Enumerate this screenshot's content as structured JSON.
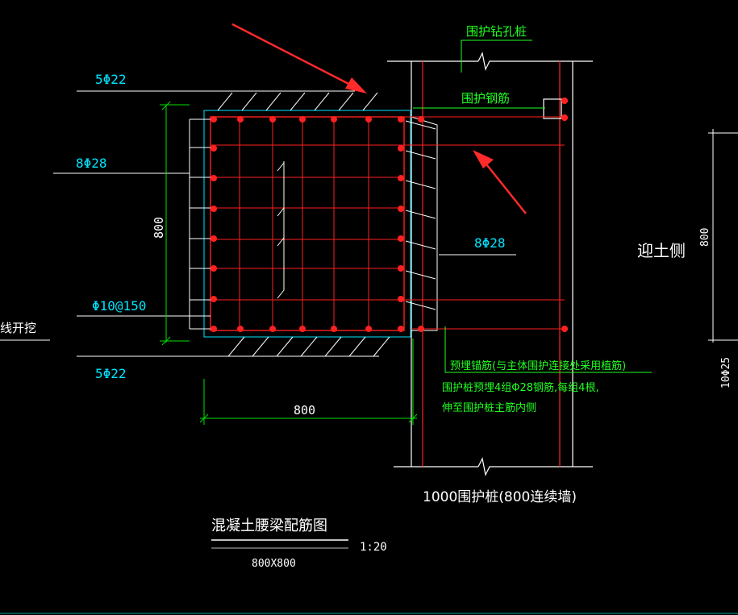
{
  "labels": {
    "pile_drill": "围护钻孔桩",
    "retaining_rebar": "围护钢筋",
    "top_bars": "5Φ22",
    "side_bars_left": "8Φ28",
    "side_bars_right": "8Φ28",
    "stirrups": "Φ10@150",
    "bottom_bars": "5Φ22",
    "dim_height": "800",
    "dim_width": "800",
    "soil_side": "迎土侧",
    "right_dim": "800",
    "right_bars": "10Φ25",
    "excavation_left": "线开挖",
    "note_line1": "预埋锚筋(与主体围护连接处采用植筋)",
    "note_line2": "围护桩预埋4组Φ28钢筋,每组4根,",
    "note_line3": "伸至围护桩主筋内侧",
    "pile_caption": "1000围护桩(800连续墙)",
    "drawing_title": "混凝土腰梁配筋图",
    "scale": "1:20",
    "section_size": "800X800"
  },
  "colors": {
    "background": "#000000",
    "rebar": "#ff2020",
    "dimension": "#00e000",
    "label_cyan": "#00e5ff",
    "line_white": "#ffffff",
    "annotation_green": "#20ff20",
    "arrow": "#ff2a2a"
  }
}
